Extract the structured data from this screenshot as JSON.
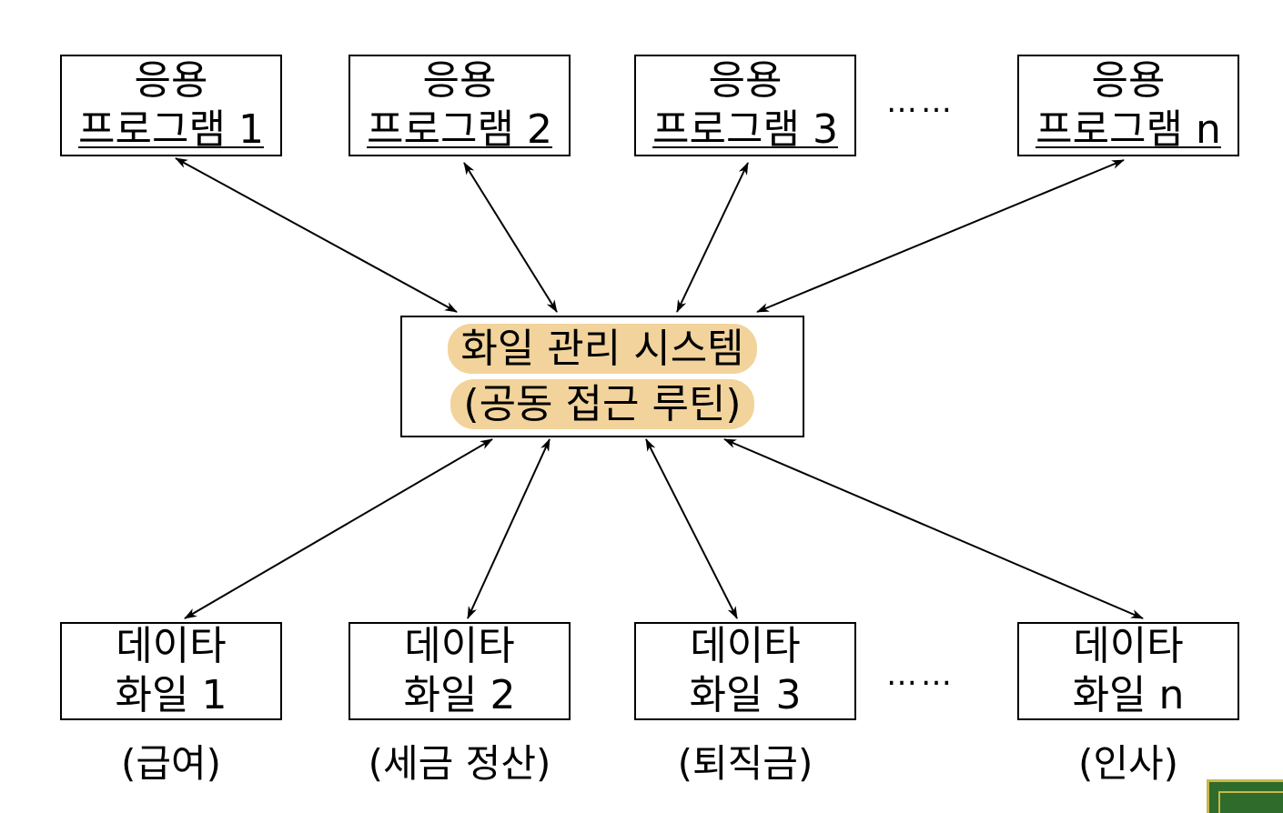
{
  "apps": [
    {
      "line1": "응용",
      "line2": "프로그램 1"
    },
    {
      "line1": "응용",
      "line2": "프로그램 2"
    },
    {
      "line1": "응용",
      "line2": "프로그램 3"
    },
    {
      "line1": "응용",
      "line2": "프로그램 n"
    }
  ],
  "center": {
    "line1": "화일 관리 시스템",
    "line2": "(공동 접근 루틴)"
  },
  "data_files": [
    {
      "line1": "데이타",
      "line2": "화일 1",
      "caption": "(급여)"
    },
    {
      "line1": "데이타",
      "line2": "화일 2",
      "caption": "(세금 정산)"
    },
    {
      "line1": "데이타",
      "line2": "화일 3",
      "caption": "(퇴직금)"
    },
    {
      "line1": "데이타",
      "line2": "화일 n",
      "caption": "(인사)"
    }
  ],
  "ellipsis": "……",
  "colors": {
    "highlight": "#f2d39c",
    "line": "#000000",
    "corner": "#2f6b2a"
  }
}
